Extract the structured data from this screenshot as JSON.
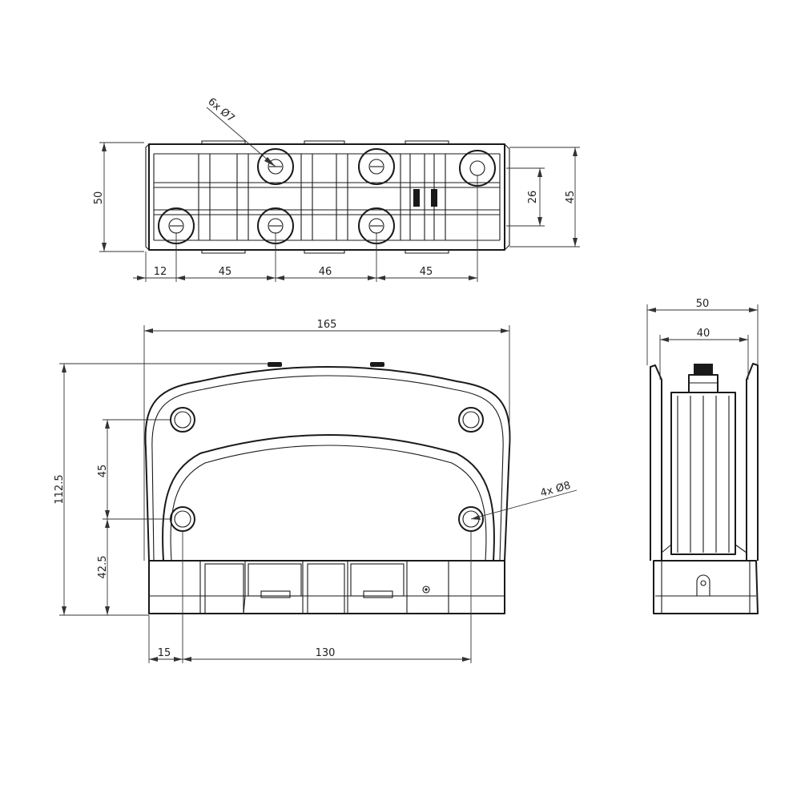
{
  "top_view": {
    "note_holes": "6x Ø7",
    "dim_total_height": "50",
    "dim_right_outer": "45",
    "dim_right_inner": "26",
    "dim_bottom": [
      "12",
      "45",
      "46",
      "45"
    ]
  },
  "front_view": {
    "dim_width": "165",
    "dim_height": "112.5",
    "dim_hole_spacing_v": "45",
    "dim_hole_from_bottom": "42.5",
    "dim_hole_edge": "15",
    "dim_hole_spacing_h": "130",
    "note_holes": "4x Ø8"
  },
  "side_view": {
    "dim_outer_width": "50",
    "dim_inner_width": "40"
  }
}
